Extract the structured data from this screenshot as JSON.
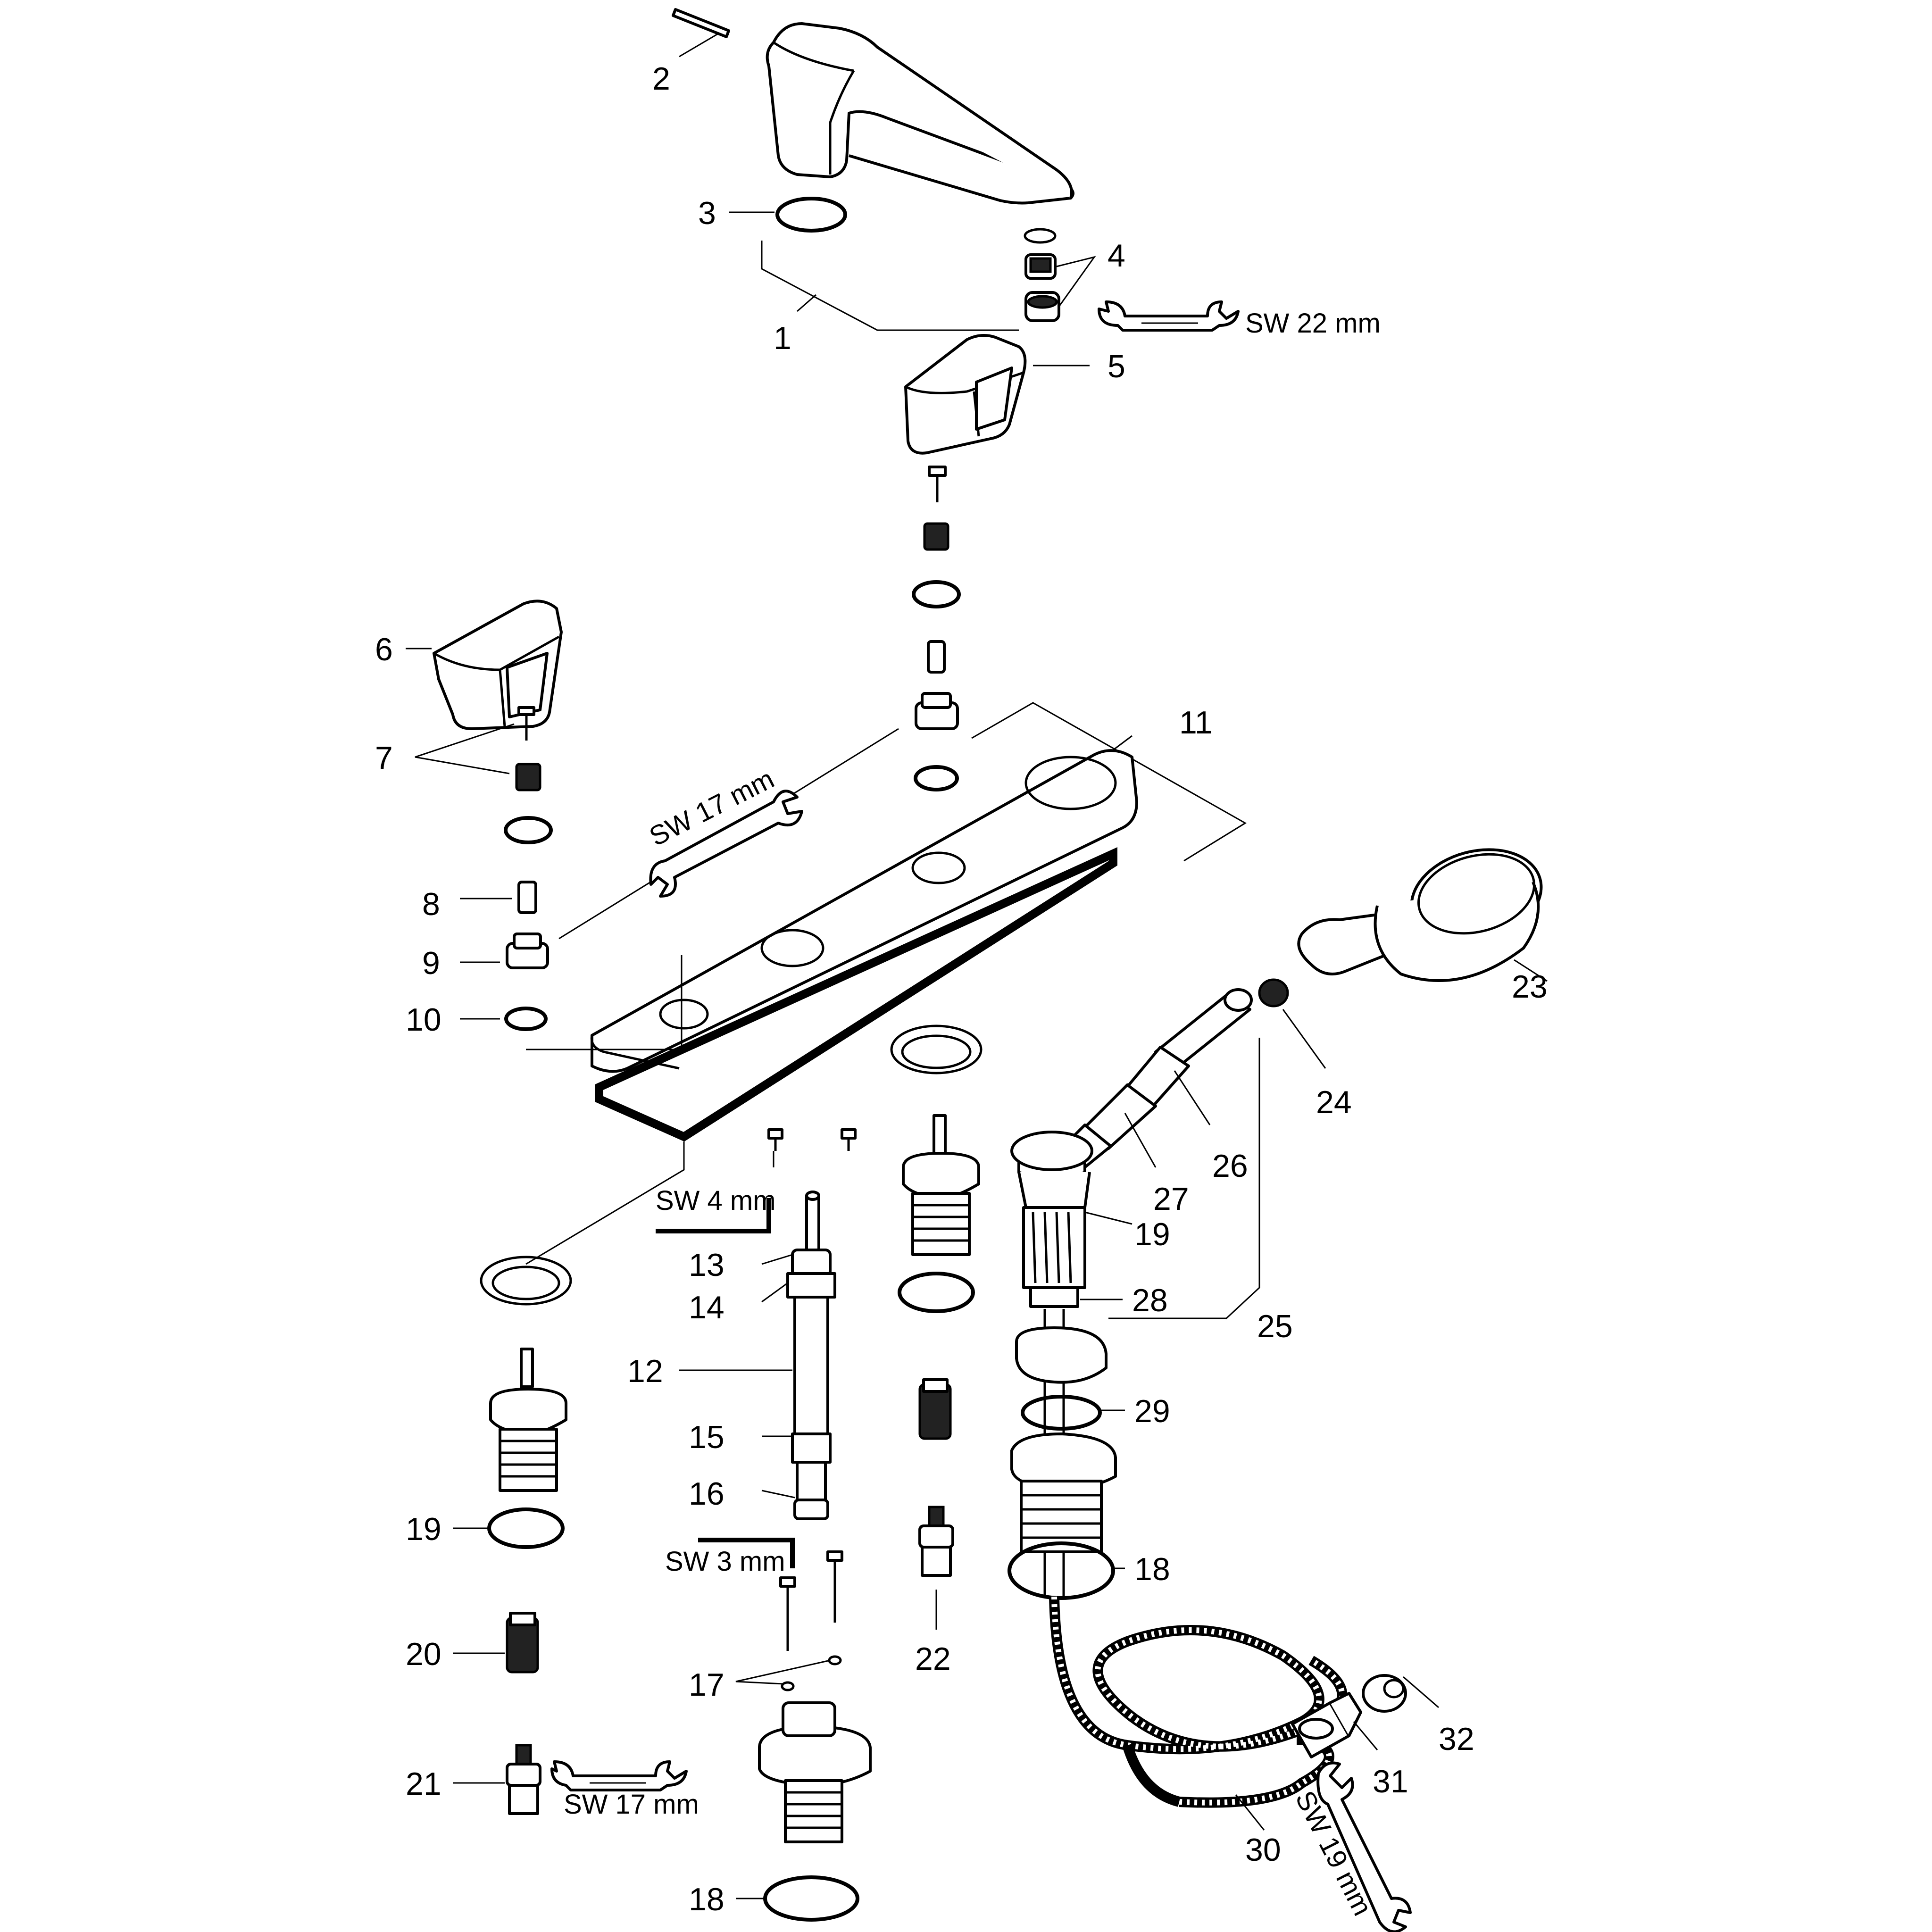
{
  "labels": {
    "l1": "1",
    "l2": "2",
    "l3": "3",
    "l4": "4",
    "l5": "5",
    "l6": "6",
    "l7": "7",
    "l8": "8",
    "l9": "9",
    "l10": "10",
    "l11": "11",
    "l12": "12",
    "l13": "13",
    "l14": "14",
    "l15": "15",
    "l16": "16",
    "l17": "17",
    "l18a": "18",
    "l18b": "18",
    "l19a": "19",
    "l19b": "19",
    "l20": "20",
    "l21": "21",
    "l22": "22",
    "l23": "23",
    "l24": "24",
    "l25": "25",
    "l26": "26",
    "l27": "27",
    "l28": "28",
    "l29": "29",
    "l30": "30",
    "l31": "31",
    "l32": "32"
  },
  "tools": {
    "sw22": "SW 22 mm",
    "sw17a": "SW 17 mm",
    "sw17b": "SW 17 mm",
    "sw4": "SW 4 mm",
    "sw3": "SW 3 mm",
    "sw19": "SW 19 mm"
  }
}
